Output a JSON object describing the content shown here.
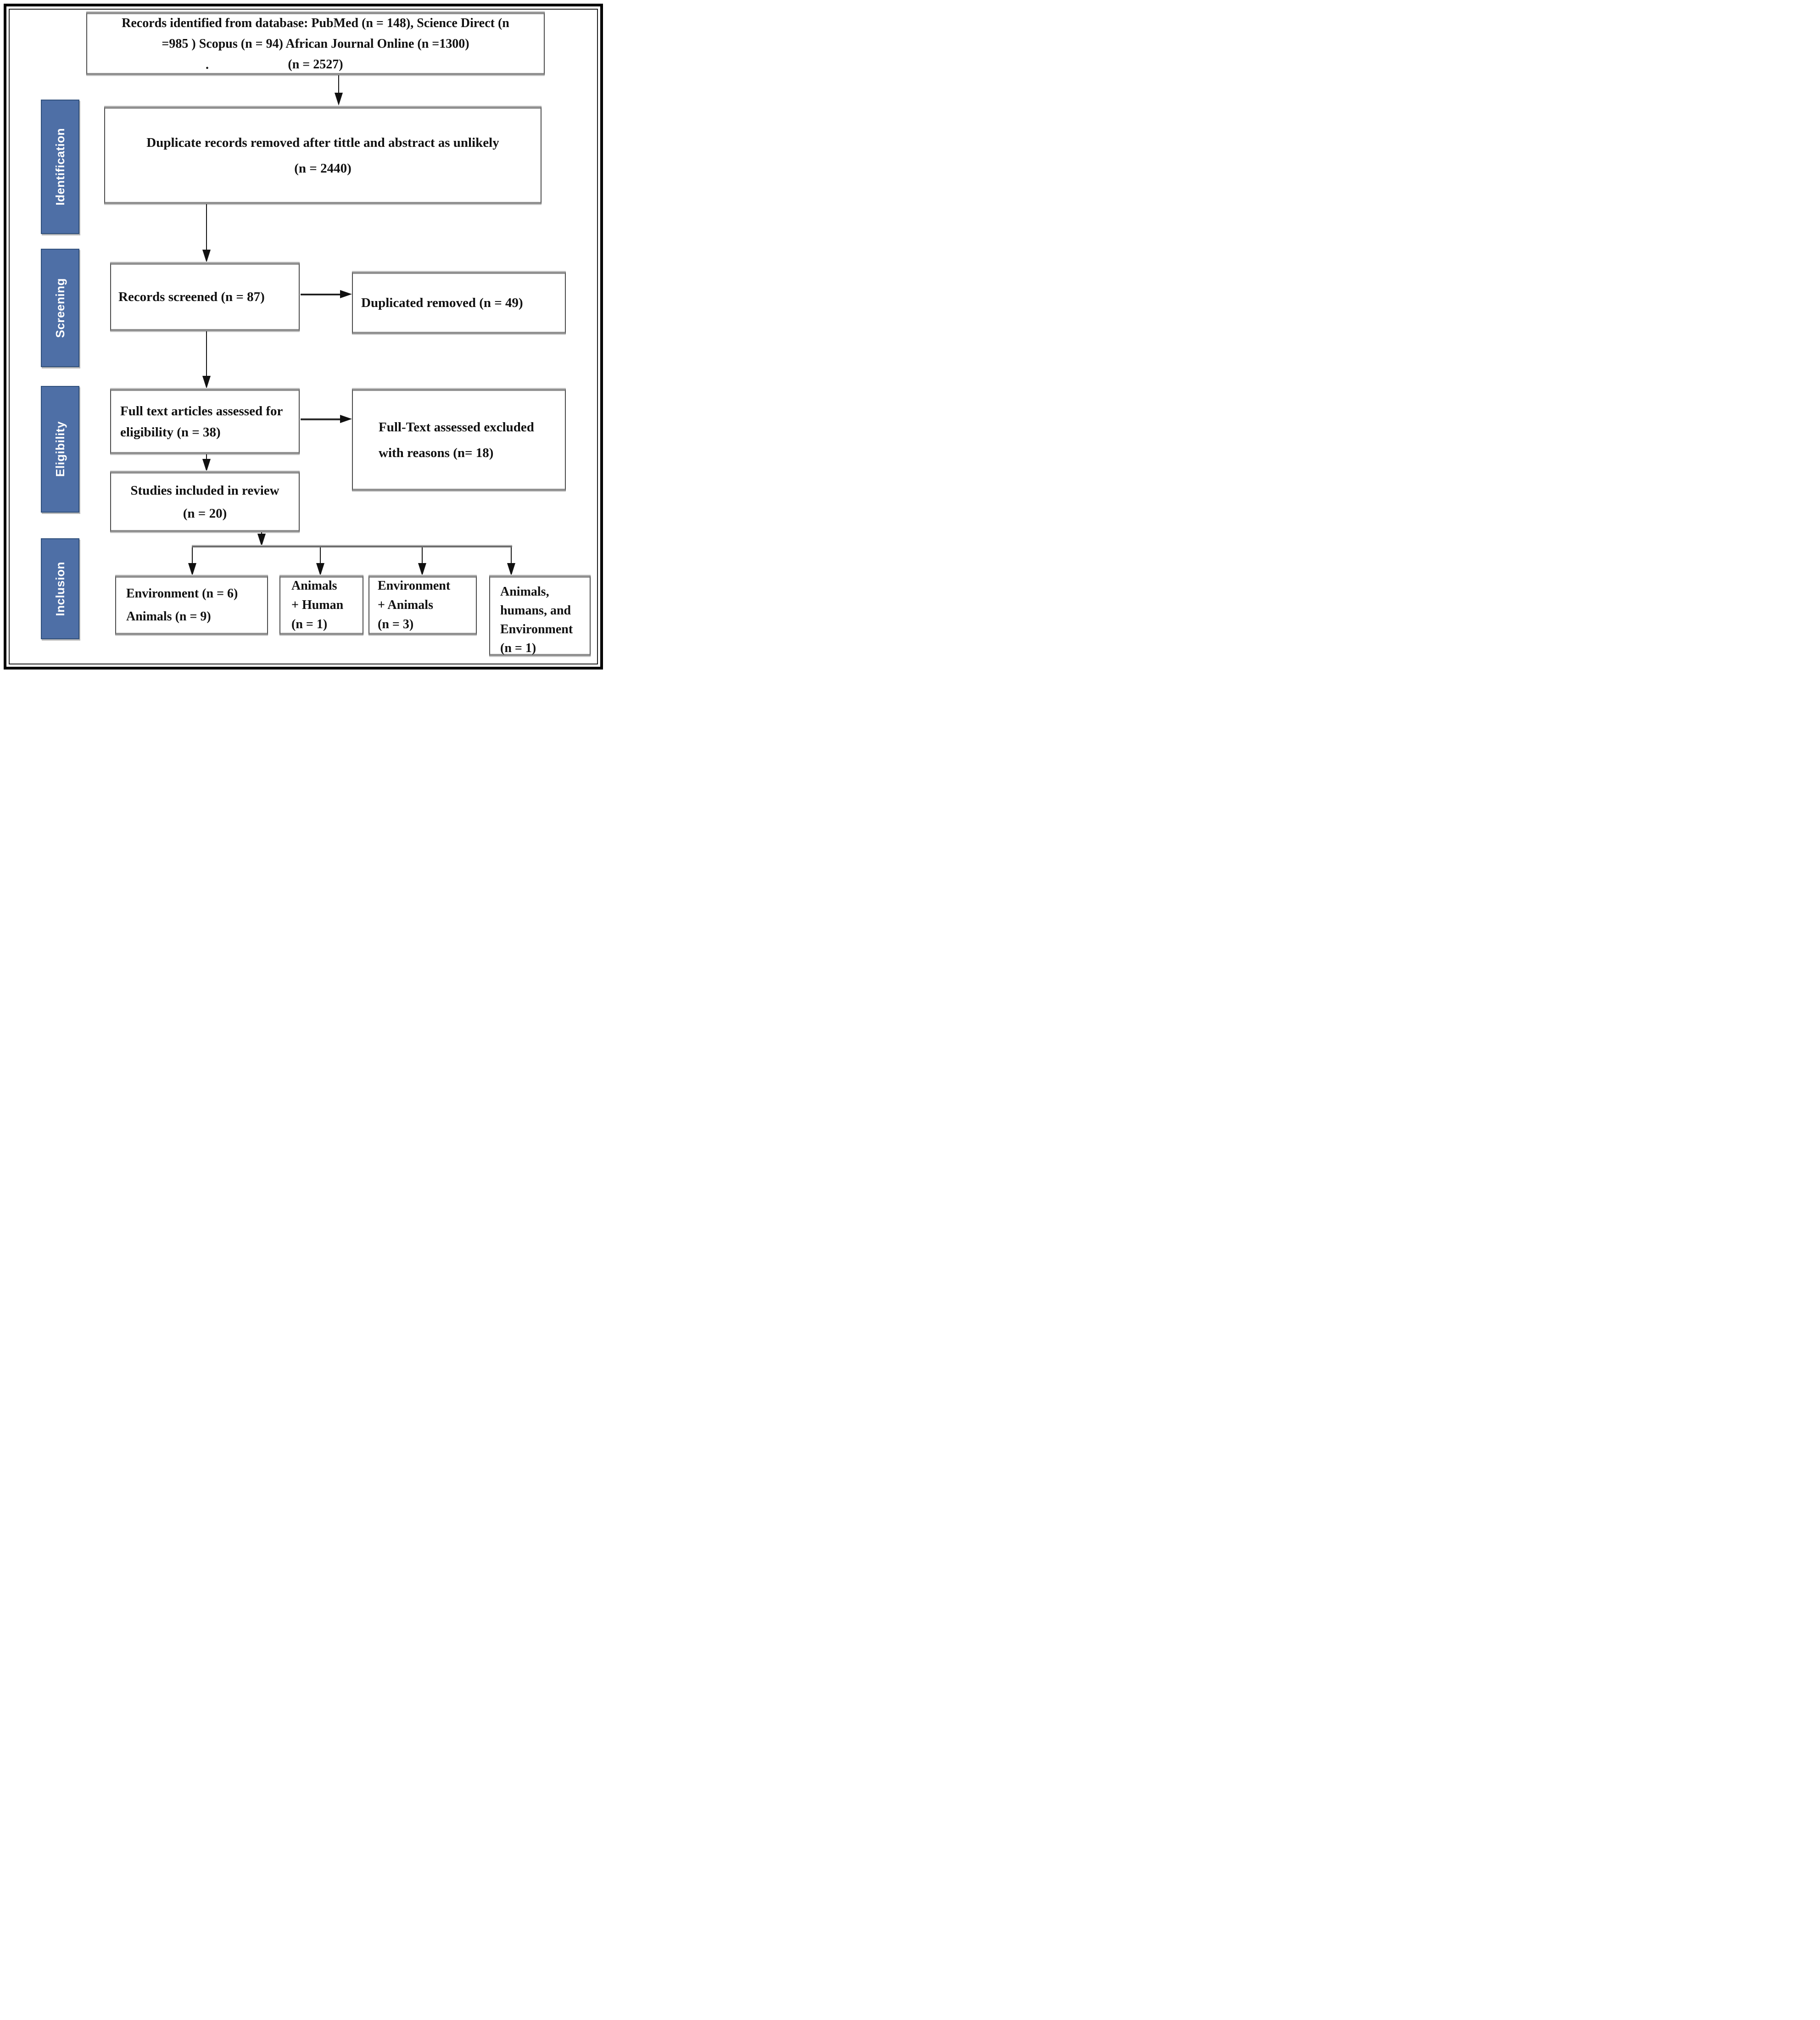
{
  "sidebar": {
    "labels": [
      "Identification",
      "Screening",
      "Eligibility",
      "Inclusion"
    ]
  },
  "boxes": {
    "records_identified": {
      "line1": "Records identified from database: PubMed (n = 148), Science Direct (n",
      "line2": "=985 ) Scopus (n = 94) African Journal Online (n =1300)",
      "line3": "(n = 2527)",
      "stray_mark": "."
    },
    "duplicates_removed": {
      "line1": "Duplicate records removed after tittle and abstract as unlikely",
      "line2": "(n = 2440)"
    },
    "records_screened": {
      "line1": "Records screened (n = 87)"
    },
    "duplicated_removed": {
      "line1": "Duplicated removed (n = 49)"
    },
    "full_text_assessed": {
      "line1": "Full text articles assessed for",
      "line2": "eligibility (n = 38)"
    },
    "full_text_excluded": {
      "line1": "Full-Text assessed excluded",
      "line2": "with reasons (n= 18)"
    },
    "studies_included": {
      "line1": "Studies included in review",
      "line2": "(n = 20)"
    },
    "outcome_environment_animals": {
      "line1": "Environment (n = 6)",
      "line2": "Animals (n = 9)"
    },
    "outcome_animals_human": {
      "line1": "Animals",
      "line2": "+ Human",
      "line3": "(n = 1)"
    },
    "outcome_environment_plus_animals": {
      "line1": "Environment",
      "line2": "+ Animals",
      "line3": "(n = 3)"
    },
    "outcome_animals_humans_environment": {
      "line1": "Animals,",
      "line2": "humans, and",
      "line3": "Environment",
      "line4": "(n = 1)"
    }
  },
  "colors": {
    "stage_fill": "#4e6fa6",
    "stage_border": "#30507c",
    "box_border": "#4a4a4a",
    "box_band": "#919191",
    "arrow": "#111111",
    "frame": "#000000"
  }
}
